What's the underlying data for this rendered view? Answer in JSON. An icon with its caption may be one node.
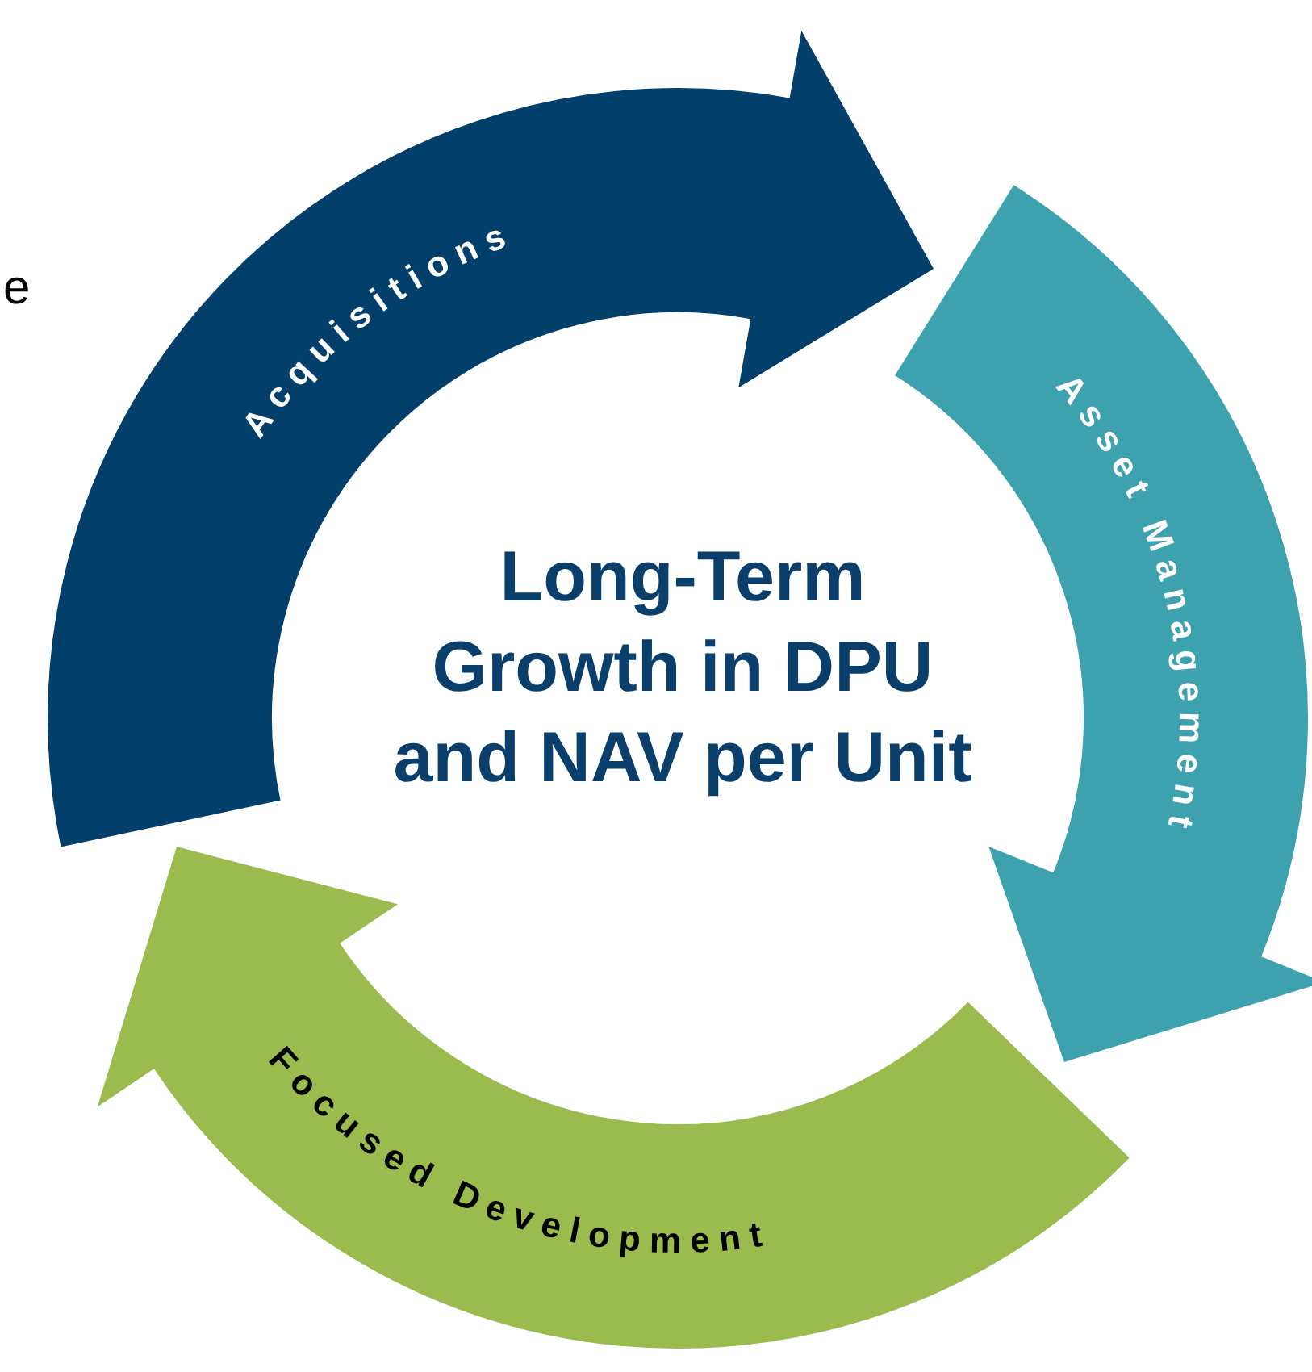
{
  "diagram": {
    "nodes": [
      {
        "text": [
          "Acquisitions"
        ]
      },
      {
        "text": [
          "Asset Management"
        ]
      },
      {
        "text": [
          "Focused Development"
        ]
      },
      {
        "text": [
          "Long-Term Growth in DPU and NAV per Unit"
        ]
      }
    ],
    "labels": [
      "e"
    ]
  }
}
